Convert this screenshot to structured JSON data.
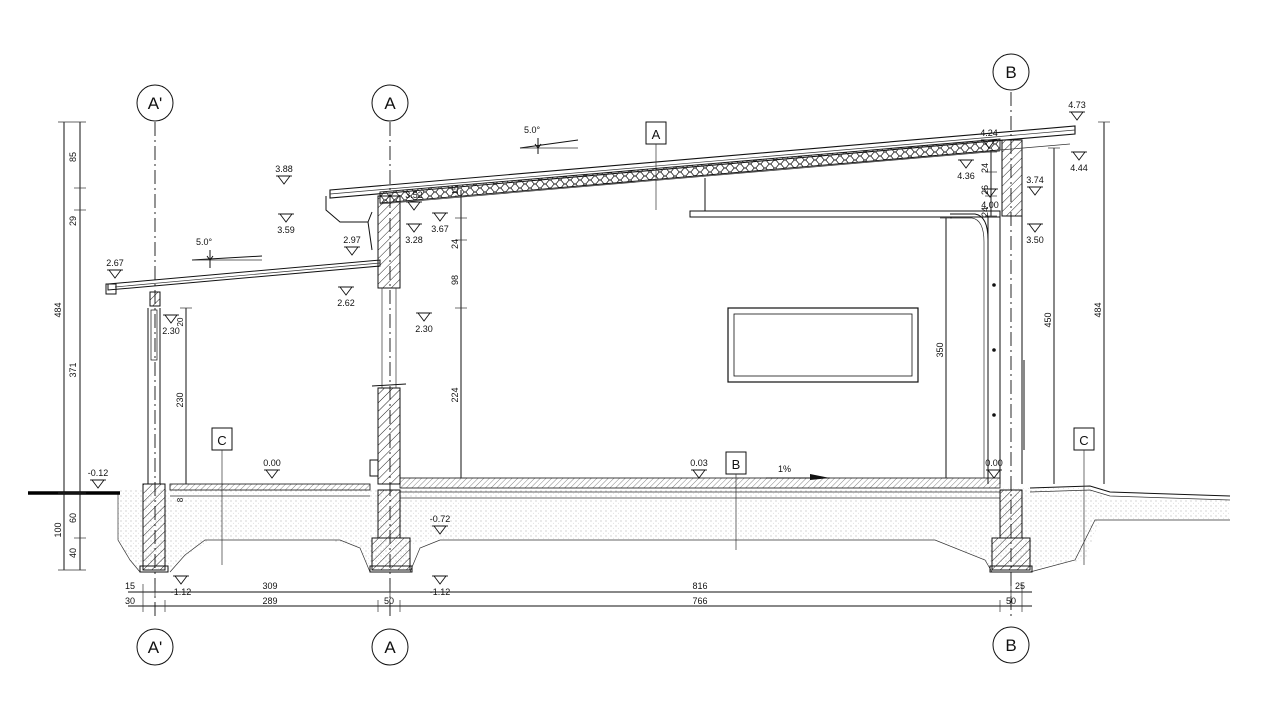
{
  "grid": {
    "a_prime": "A'",
    "a": "A",
    "b": "B"
  },
  "sections": {
    "a": "A",
    "b": "B",
    "c": "C"
  },
  "slopes": {
    "main_roof": "5.0°",
    "canopy": "5.0°",
    "floor": "1%"
  },
  "levels": [
    {
      "id": "ridge",
      "value": "4.73"
    },
    {
      "id": "ridge-inner",
      "value": "4.44"
    },
    {
      "id": "eave-top-b",
      "value": "4.24"
    },
    {
      "id": "ceiling-b",
      "value": "4.36"
    },
    {
      "id": "beam-b-top",
      "value": "3.74"
    },
    {
      "id": "beam-b-mid",
      "value": "4.00"
    },
    {
      "id": "beam-b-bottom",
      "value": "3.50"
    },
    {
      "id": "roof-a-top",
      "value": "3.88"
    },
    {
      "id": "roof-a-under",
      "value": "3.59"
    },
    {
      "id": "wall-a-top",
      "value": "3.52"
    },
    {
      "id": "wall-a-inner",
      "value": "3.67"
    },
    {
      "id": "wall-a-lintel",
      "value": "3.28"
    },
    {
      "id": "canopy-a",
      "value": "2.97"
    },
    {
      "id": "canopy-a-under",
      "value": "2.62"
    },
    {
      "id": "canopy-edge",
      "value": "2.67"
    },
    {
      "id": "canopy-beam",
      "value": "2.30"
    },
    {
      "id": "opening-a",
      "value": "2.30"
    },
    {
      "id": "floor-porch",
      "value": "0.00"
    },
    {
      "id": "floor-main",
      "value": "0.03"
    },
    {
      "id": "floor-b",
      "value": "0.00"
    },
    {
      "id": "ground-left",
      "value": "-0.12"
    },
    {
      "id": "footing-a-top",
      "value": "-0.72"
    },
    {
      "id": "footing-left-bottom",
      "value": "-1.12"
    },
    {
      "id": "footing-a-bottom",
      "value": "-1.12"
    }
  ],
  "dims": {
    "left_total": "484",
    "left_top": "85",
    "left_mid": "29",
    "left_body": "371",
    "left_base": "100",
    "left_base_a": "60",
    "left_base_b": "40",
    "canopy_gap": "20",
    "canopy_height": "230",
    "wall_a_top": "15",
    "wall_a_24": "24",
    "wall_a_98": "98",
    "wall_a_224": "224",
    "base_8": "8",
    "room_height": "350",
    "b_24a": "24",
    "b_26": "26",
    "b_24b": "24",
    "right_450": "450",
    "right_484": "484",
    "bottom_15": "15",
    "bottom_30": "30",
    "bottom_309": "309",
    "bottom_289": "289",
    "bottom_50a": "50",
    "bottom_816": "816",
    "bottom_766": "766",
    "bottom_25": "25",
    "bottom_50b": "50"
  }
}
